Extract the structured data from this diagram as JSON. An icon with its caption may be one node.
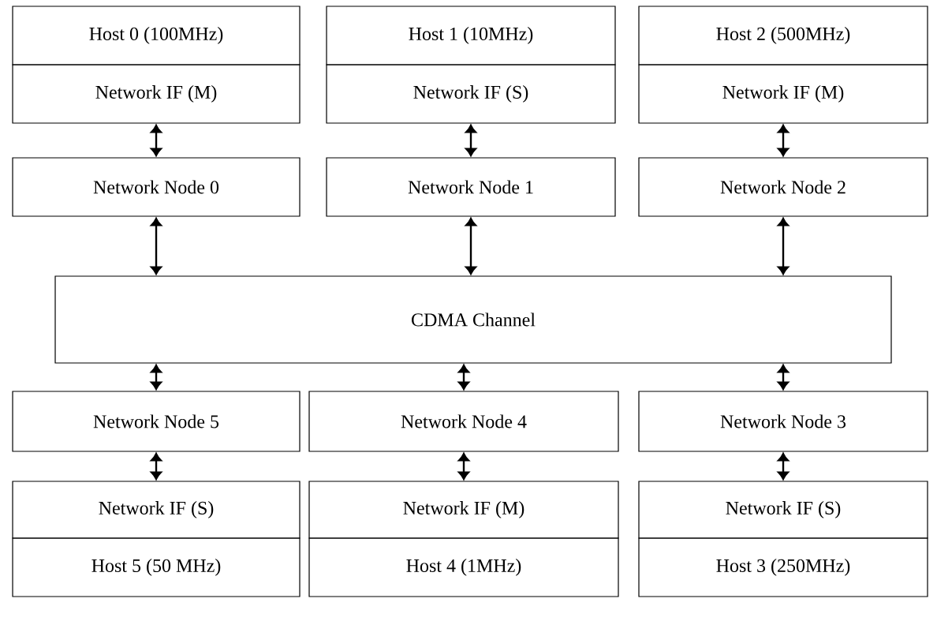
{
  "diagram": {
    "nodes": [
      {
        "text": [
          "Host 0 (100MHz)"
        ]
      },
      {
        "text": [
          "Host 1 (10MHz)"
        ]
      },
      {
        "text": [
          "Host 2 (500MHz)"
        ]
      },
      {
        "text": [
          "Network IF (M)"
        ]
      },
      {
        "text": [
          "Network IF (S)"
        ]
      },
      {
        "text": [
          "Network IF (M)"
        ]
      },
      {
        "text": [
          "Network Node 0"
        ]
      },
      {
        "text": [
          "Network Node 1"
        ]
      },
      {
        "text": [
          "Network Node 2"
        ]
      },
      {
        "text": [
          "CDMA Channel"
        ]
      },
      {
        "text": [
          "Network Node 5"
        ]
      },
      {
        "text": [
          "Network Node 4"
        ]
      },
      {
        "text": [
          "Network Node 3"
        ]
      },
      {
        "text": [
          "Network IF (S)"
        ]
      },
      {
        "text": [
          "Network IF (M)"
        ]
      },
      {
        "text": [
          "Network IF (S)"
        ]
      },
      {
        "text": [
          "Host 5 (50 MHz)"
        ]
      },
      {
        "text": [
          "Host 4 (1MHz)"
        ]
      },
      {
        "text": [
          "Host 3 (250MHz)"
        ]
      }
    ],
    "edges": [
      {
        "from": 3,
        "to": 6,
        "arrow": "both"
      },
      {
        "from": 4,
        "to": 7,
        "arrow": "both"
      },
      {
        "from": 5,
        "to": 8,
        "arrow": "both"
      },
      {
        "from": 6,
        "to": 9,
        "arrow": "both"
      },
      {
        "from": 7,
        "to": 9,
        "arrow": "both"
      },
      {
        "from": 8,
        "to": 9,
        "arrow": "both"
      },
      {
        "from": 9,
        "to": 10,
        "arrow": "both"
      },
      {
        "from": 9,
        "to": 11,
        "arrow": "both"
      },
      {
        "from": 9,
        "to": 12,
        "arrow": "both"
      },
      {
        "from": 10,
        "to": 13,
        "arrow": "both"
      },
      {
        "from": 11,
        "to": 14,
        "arrow": "both"
      },
      {
        "from": 12,
        "to": 15,
        "arrow": "both"
      }
    ]
  }
}
